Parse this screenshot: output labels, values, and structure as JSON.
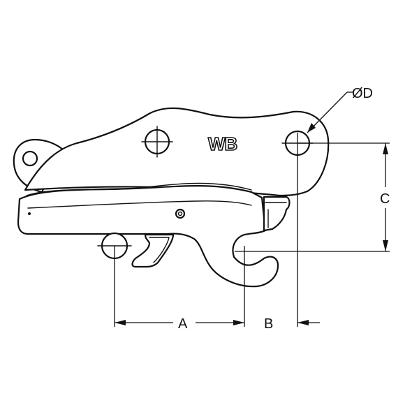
{
  "diagram": {
    "logo_text": "WB",
    "labels": {
      "a": "A",
      "b": "B",
      "c": "C",
      "d": "ØD"
    }
  }
}
